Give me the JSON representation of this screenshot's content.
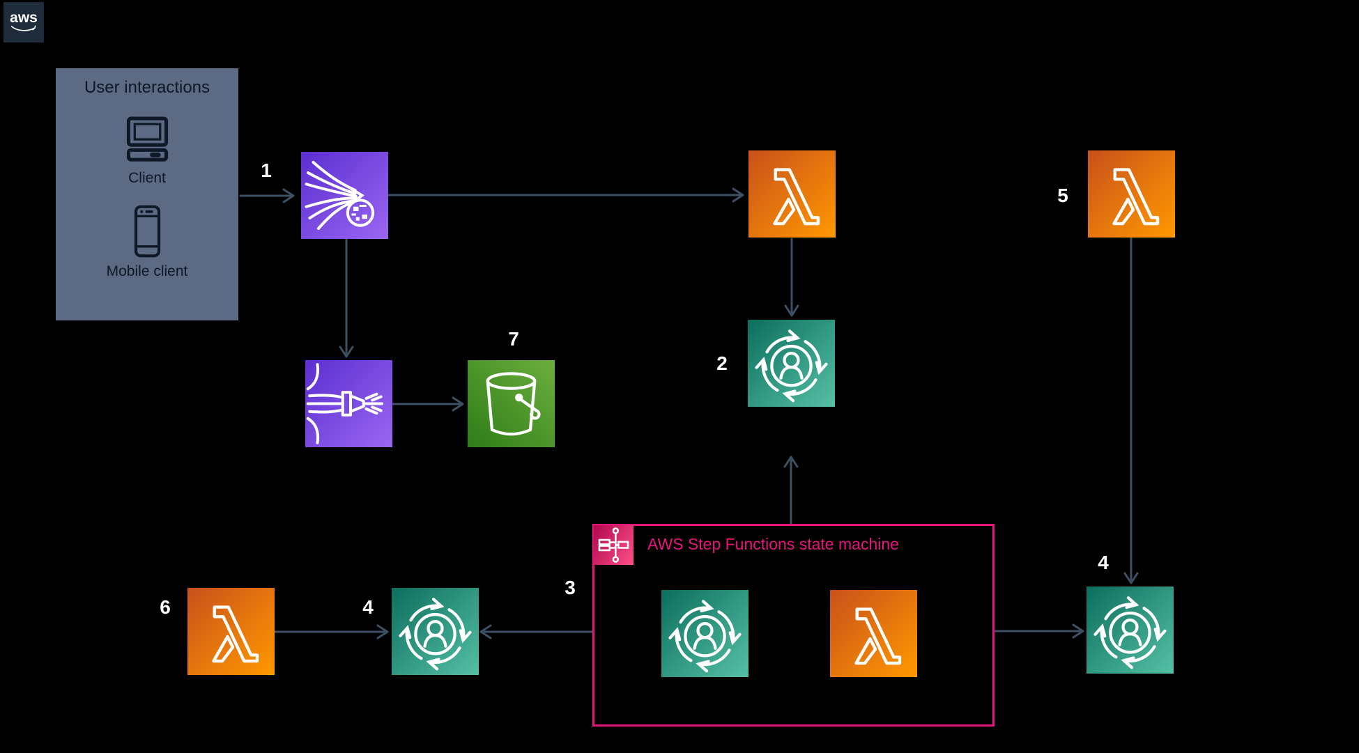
{
  "aws_logo": {
    "text": "aws"
  },
  "user_interactions": {
    "title": "User interactions",
    "client_label": "Client",
    "mobile_label": "Mobile client"
  },
  "state_machine": {
    "title": "AWS Step Functions state machine"
  },
  "step_numbers": {
    "n1": "1",
    "n2": "2",
    "n3": "3",
    "n4_left": "4",
    "n4_right": "4",
    "n5": "5",
    "n6": "6",
    "n7": "7"
  },
  "icons": {
    "appsync": "appsync-icon",
    "lambda": "lambda-icon",
    "user_sync": "user-sync-icon",
    "firehose": "kinesis-data-firehose-icon",
    "s3": "s3-bucket-icon",
    "step_functions": "step-functions-icon",
    "desktop": "desktop-client-icon",
    "mobile": "mobile-client-icon",
    "aws_smile": "aws-smile-icon"
  },
  "colors": {
    "background": "#000000",
    "connector": "#3E5063",
    "user_box_fill": "#5C6A84",
    "user_box_ink": "#0E1826",
    "step_functions_pink": "#E7157B",
    "number_text": "#FFFFFF",
    "aws_logo_bg": "#1F2C3B",
    "lambda_gradient": [
      "#C8511B",
      "#FF9900"
    ],
    "purple_gradient": [
      "#5B2FD0",
      "#9A66F2"
    ],
    "teal_gradient": [
      "#0C6E5D",
      "#55C0A5"
    ],
    "green_gradient": [
      "#2E7D17",
      "#6CAE3E"
    ],
    "pink_gradient": [
      "#B0084D",
      "#FF4F8B"
    ]
  }
}
